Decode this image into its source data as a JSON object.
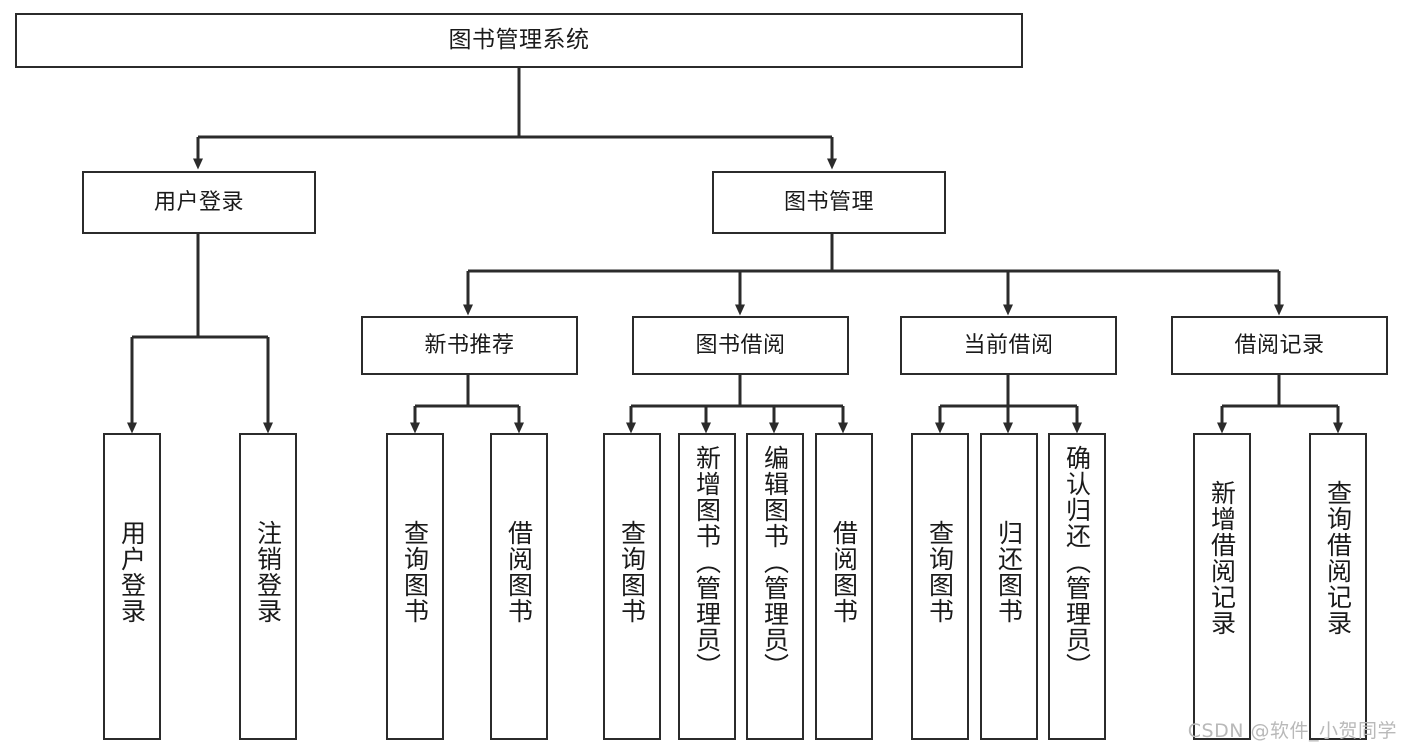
{
  "diagram": {
    "type": "tree-hierarchy",
    "title": "图书管理系统",
    "watermark": "CSDN @软件_小贺同学",
    "colors": {
      "box_border": "#2b2b2b",
      "box_fill": "#ffffff",
      "connector": "#2b2b2b",
      "text": "#1a1a1a",
      "watermark": "#b9b9b9"
    },
    "nodes": {
      "root": {
        "label": "图书管理系统",
        "level": 1,
        "orientation": "horizontal"
      },
      "user_login": {
        "label": "用户登录",
        "level": 2,
        "orientation": "horizontal"
      },
      "book_manage": {
        "label": "图书管理",
        "level": 2,
        "orientation": "horizontal"
      },
      "new_book_rec": {
        "label": "新书推荐",
        "level": 3,
        "orientation": "horizontal"
      },
      "book_borrow": {
        "label": "图书借阅",
        "level": 3,
        "orientation": "horizontal"
      },
      "current_borrow": {
        "label": "当前借阅",
        "level": 3,
        "orientation": "horizontal"
      },
      "borrow_record": {
        "label": "借阅记录",
        "level": 3,
        "orientation": "horizontal"
      },
      "leaf_user_login": {
        "label": "用户登录",
        "level": 4,
        "orientation": "vertical"
      },
      "leaf_logout": {
        "label": "注销登录",
        "level": 4,
        "orientation": "vertical"
      },
      "leaf_query_book_1": {
        "label": "查询图书",
        "level": 4,
        "orientation": "vertical"
      },
      "leaf_borrow_book_1": {
        "label": "借阅图书",
        "level": 4,
        "orientation": "vertical"
      },
      "leaf_query_book_2": {
        "label": "查询图书",
        "level": 4,
        "orientation": "vertical"
      },
      "leaf_add_book": {
        "label": "新增图书（管理员）",
        "level": 4,
        "orientation": "vertical"
      },
      "leaf_edit_book": {
        "label": "编辑图书（管理员）",
        "level": 4,
        "orientation": "vertical"
      },
      "leaf_borrow_book_2": {
        "label": "借阅图书",
        "level": 4,
        "orientation": "vertical"
      },
      "leaf_query_book_3": {
        "label": "查询图书",
        "level": 4,
        "orientation": "vertical"
      },
      "leaf_return_book": {
        "label": "归还图书",
        "level": 4,
        "orientation": "vertical"
      },
      "leaf_confirm_return": {
        "label": "确认归还（管理员）",
        "level": 4,
        "orientation": "vertical"
      },
      "leaf_add_record": {
        "label": "新增借阅记录",
        "level": 4,
        "orientation": "vertical"
      },
      "leaf_query_record": {
        "label": "查询借阅记录",
        "level": 4,
        "orientation": "vertical"
      }
    },
    "edges": [
      {
        "from": "root",
        "to": "user_login"
      },
      {
        "from": "root",
        "to": "book_manage"
      },
      {
        "from": "user_login",
        "to": "leaf_user_login"
      },
      {
        "from": "user_login",
        "to": "leaf_logout"
      },
      {
        "from": "book_manage",
        "to": "new_book_rec"
      },
      {
        "from": "book_manage",
        "to": "book_borrow"
      },
      {
        "from": "book_manage",
        "to": "current_borrow"
      },
      {
        "from": "book_manage",
        "to": "borrow_record"
      },
      {
        "from": "new_book_rec",
        "to": "leaf_query_book_1"
      },
      {
        "from": "new_book_rec",
        "to": "leaf_borrow_book_1"
      },
      {
        "from": "book_borrow",
        "to": "leaf_query_book_2"
      },
      {
        "from": "book_borrow",
        "to": "leaf_add_book"
      },
      {
        "from": "book_borrow",
        "to": "leaf_edit_book"
      },
      {
        "from": "book_borrow",
        "to": "leaf_borrow_book_2"
      },
      {
        "from": "current_borrow",
        "to": "leaf_query_book_3"
      },
      {
        "from": "current_borrow",
        "to": "leaf_return_book"
      },
      {
        "from": "current_borrow",
        "to": "leaf_confirm_return"
      },
      {
        "from": "borrow_record",
        "to": "leaf_add_record"
      },
      {
        "from": "borrow_record",
        "to": "leaf_query_record"
      }
    ]
  }
}
